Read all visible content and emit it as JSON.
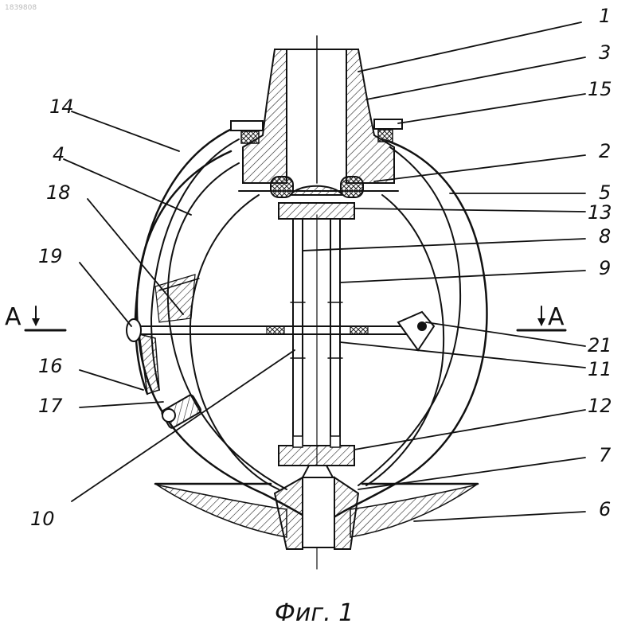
{
  "image_id_text": "1839808",
  "caption": "Фиг. 1",
  "section_marker": {
    "left": "A",
    "right": "A"
  },
  "callouts": [
    {
      "id": "1",
      "label": "1"
    },
    {
      "id": "3",
      "label": "3"
    },
    {
      "id": "15",
      "label": "15"
    },
    {
      "id": "2",
      "label": "2"
    },
    {
      "id": "5",
      "label": "5"
    },
    {
      "id": "13",
      "label": "13"
    },
    {
      "id": "8",
      "label": "8"
    },
    {
      "id": "9",
      "label": "9"
    },
    {
      "id": "21",
      "label": "21"
    },
    {
      "id": "11",
      "label": "11"
    },
    {
      "id": "12",
      "label": "12"
    },
    {
      "id": "7",
      "label": "7"
    },
    {
      "id": "6",
      "label": "6"
    },
    {
      "id": "14",
      "label": "14"
    },
    {
      "id": "4",
      "label": "4"
    },
    {
      "id": "18",
      "label": "18"
    },
    {
      "id": "19",
      "label": "19"
    },
    {
      "id": "16",
      "label": "16"
    },
    {
      "id": "17",
      "label": "17"
    },
    {
      "id": "10",
      "label": "10"
    }
  ]
}
